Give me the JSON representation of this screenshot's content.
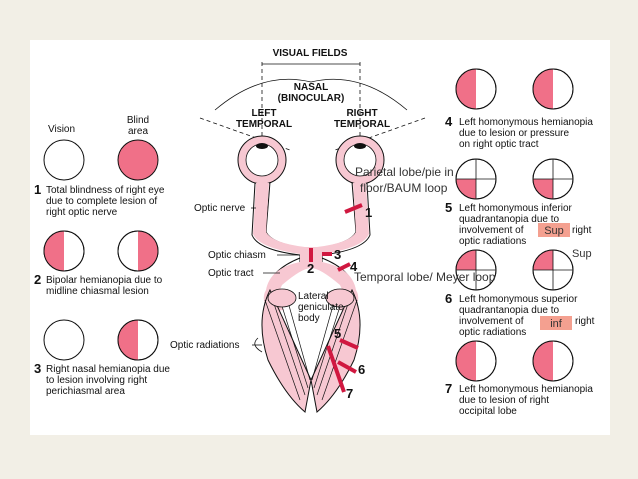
{
  "header": {
    "title": "VISUAL FIELDS",
    "nasal": "NASAL",
    "binocular": "(BINOCULAR)",
    "left_temporal": [
      "LEFT",
      "TEMPORAL"
    ],
    "right_temporal": [
      "RIGHT",
      "TEMPORAL"
    ],
    "vision": "Vision",
    "blind_area": [
      "Blind",
      "area"
    ]
  },
  "anatomy": {
    "optic_nerve": "Optic nerve",
    "optic_chiasm": "Optic chiasm",
    "optic_tract": "Optic tract",
    "lateral_geniculate": [
      "Lateral",
      "geniculate",
      "body"
    ],
    "optic_radiations": "Optic radiations"
  },
  "lesion_numbers": [
    "1",
    "2",
    "3",
    "4",
    "5",
    "6",
    "7"
  ],
  "lesions": [
    {
      "num": "1",
      "lines": [
        "Total blindness of right eye",
        "due to complete lesion of",
        "right optic nerve"
      ]
    },
    {
      "num": "2",
      "lines": [
        "Bipolar hemianopia due to",
        "midline chiasmal lesion"
      ]
    },
    {
      "num": "3",
      "lines": [
        "Right nasal hemianopia due",
        "to lesion involving right",
        "perichiasmal area"
      ]
    },
    {
      "num": "4",
      "lines": [
        "Left homonymous hemianopia",
        "due to lesion or pressure",
        "on right optic tract"
      ]
    },
    {
      "num": "5",
      "lines": [
        "Left homonymous inferior",
        "quadrantanopia due to",
        "involvement of",
        "right",
        "optic radiations"
      ]
    },
    {
      "num": "6",
      "lines": [
        "Left homonymous superior",
        "quadrantanopia due to",
        "involvement of",
        "right",
        "optic radiations"
      ]
    },
    {
      "num": "7",
      "lines": [
        "Left homonymous hemianopia",
        "due to lesion of right",
        "occipital lobe"
      ]
    }
  ],
  "overlays": {
    "parietal": [
      "Parietal lobe/pie in",
      "floor/BAUM loop"
    ],
    "temporal": "Temporal lobe/ Meyer loop",
    "sup_box": "Sup",
    "sup_side": "Sup",
    "inf_box": "inf"
  },
  "colors": {
    "blind": "#f07088",
    "pathway": "#f7c8d2",
    "lesion_bar": "#d01840",
    "overlay_box": "#f4a090"
  }
}
